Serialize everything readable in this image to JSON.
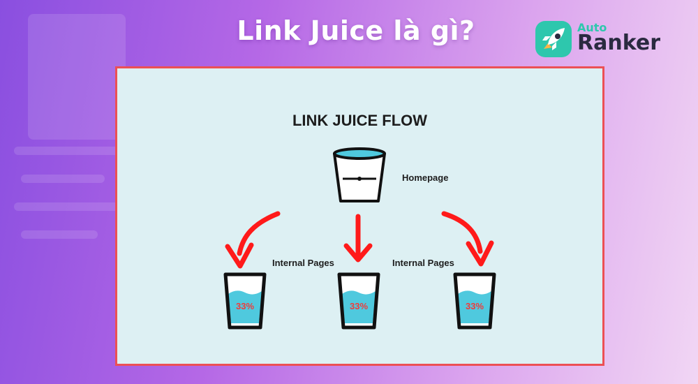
{
  "header": {
    "title": "Link Juice là gì?"
  },
  "brand": {
    "small": "Auto",
    "name": "Ranker",
    "logo_icon": "rocket-icon",
    "accent_color": "#2ec7ad"
  },
  "diagram": {
    "title": "LINK JUICE FLOW",
    "source_label": "Homepage",
    "branch_labels": [
      "Internal Pages",
      "Internal Pages"
    ],
    "glasses": [
      {
        "percent": "33%"
      },
      {
        "percent": "33%"
      },
      {
        "percent": "33%"
      }
    ],
    "colors": {
      "background": "#ddf0f3",
      "frame_border": "#ec5055",
      "arrow": "#ff1a1a",
      "water": "#4fc9de",
      "percent_text": "#ef3b3b"
    },
    "icons": [
      "bucket-icon",
      "glass-icon",
      "down-arrow-icon",
      "curved-arrow-icon"
    ]
  }
}
